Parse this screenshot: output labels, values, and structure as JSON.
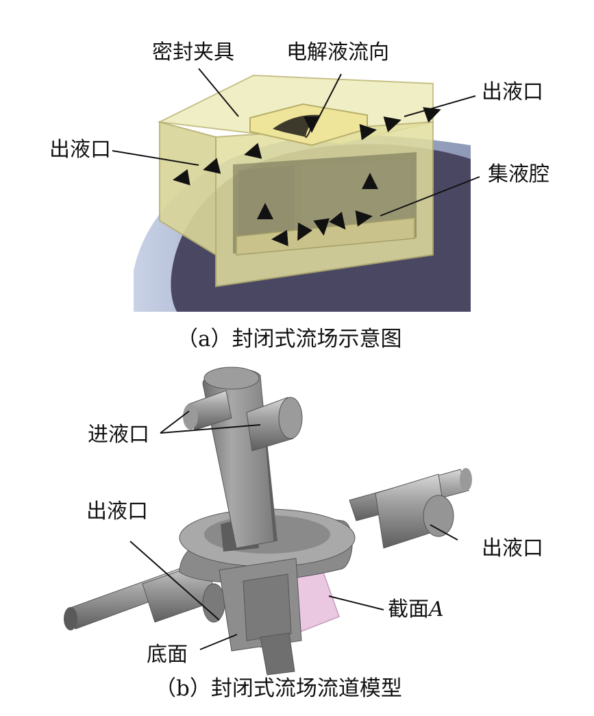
{
  "figure_a": {
    "caption": "（a）封闭式流场示意图",
    "labels": {
      "seal_clamp": "密封夹具",
      "electrolyte_flow": "电解液流向",
      "outlet_right": "出液口",
      "outlet_left": "出液口",
      "collection_cavity": "集液腔"
    }
  },
  "figure_b": {
    "caption": "（b）封闭式流场流道模型",
    "labels": {
      "inlet": "进液口",
      "outlet_left": "出液口",
      "outlet_right": "出液口",
      "section_prefix": "截面",
      "section_var": "A",
      "bottom": "底面"
    }
  },
  "colors": {
    "clamp_face": "#e8e6b0",
    "clamp_edge": "#b8b070",
    "disk_dark": "#4a4763",
    "disk_light": "#b9c4dc",
    "model_gray": "#8e8e8e",
    "section_pink": "#e7bfdc"
  }
}
